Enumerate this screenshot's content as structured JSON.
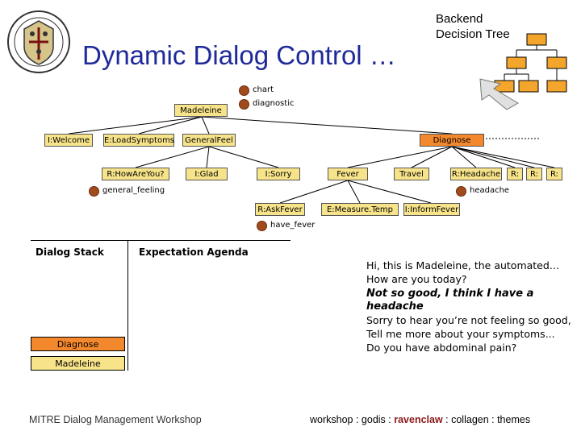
{
  "title": "Dynamic Dialog Control …",
  "backend_label_line1": "Backend",
  "backend_label_line2": "Decision Tree",
  "legend": {
    "line1": "chart",
    "line2": "diagnostic"
  },
  "tree": {
    "madeleine": "Madeleine",
    "welcome": "I:Welcome",
    "load_symptoms": "E:LoadSymptoms",
    "general_feel": "GeneralFeel",
    "diagnose": "Diagnose",
    "how_are_you": "R:HowAreYou?",
    "glad": "I:Glad",
    "sorry": "I:Sorry",
    "fever": "Fever",
    "travel": "Travel",
    "headache_node": "R:Headache",
    "r1": "R:",
    "r2": "R:",
    "r3": "R:",
    "general_feeling_concept": "general_feeling",
    "headache_concept": "headache",
    "ask_fever": "R:AskFever",
    "measure_temp": "E:Measure.Temp",
    "inform_fever": "I:InformFever",
    "have_fever_concept": "have_fever"
  },
  "dialog_stack": {
    "header": "Dialog Stack",
    "items": [
      "Diagnose",
      "Madeleine"
    ]
  },
  "expectation_agenda": {
    "header": "Expectation Agenda"
  },
  "transcript": [
    {
      "text": "Hi, this is Madeleine, the automated…",
      "style": "system"
    },
    {
      "text": "How are you today?",
      "style": "system"
    },
    {
      "text": "Not so good, I think I have a",
      "style": "user"
    },
    {
      "text": "headache",
      "style": "user"
    },
    {
      "text": "Sorry to hear you’re not feeling so good,",
      "style": "system"
    },
    {
      "text": "Tell me more about your symptoms...",
      "style": "system"
    },
    {
      "text": "Do you have abdominal pain?",
      "style": "system"
    }
  ],
  "footer": {
    "left": "MITRE Dialog Management Workshop",
    "right_prefix": "workshop : godis : ",
    "right_highlight": "ravenclaw",
    "right_suffix": " : collagen : themes"
  },
  "colors": {
    "title": "#1f2a9a",
    "node_fill": "#f7e48a",
    "agent_fill": "#f4882c",
    "concept_dot": "#a14a1c"
  }
}
